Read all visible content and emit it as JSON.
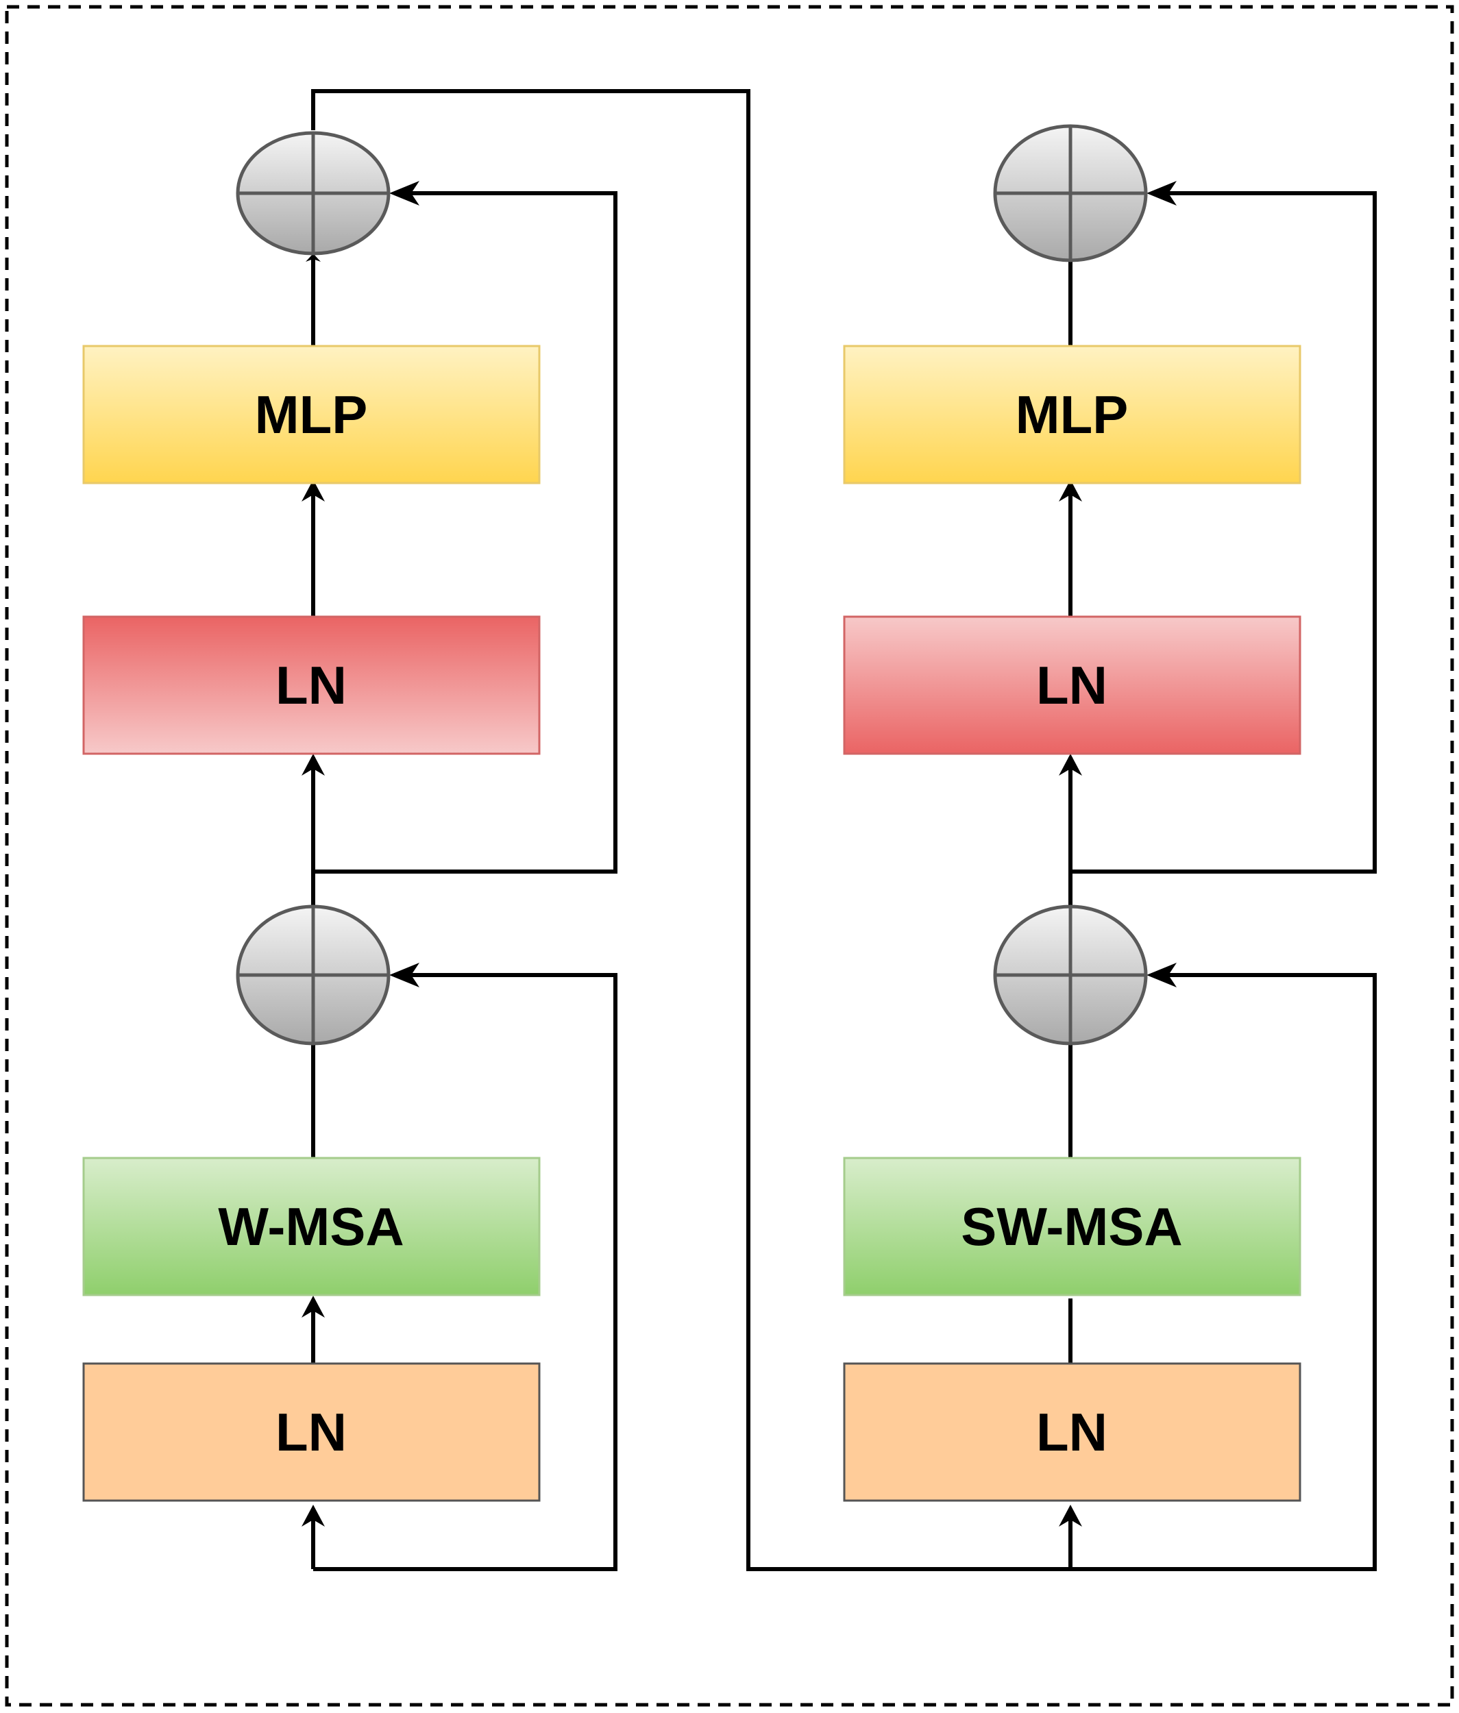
{
  "left_block": {
    "mlp": "MLP",
    "ln_mid": "LN",
    "attention": "W-MSA",
    "ln_bottom": "LN"
  },
  "right_block": {
    "mlp": "MLP",
    "ln_mid": "LN",
    "attention": "SW-MSA",
    "ln_bottom": "LN"
  },
  "colors": {
    "mlp": "#FFE27A",
    "ln_mid_left": "#EE6E6E",
    "ln_mid_right": "#F4B5B5",
    "attention": "#A8D88A",
    "ln_bottom": "#FFCC99",
    "adder": "#BDBDBD"
  }
}
